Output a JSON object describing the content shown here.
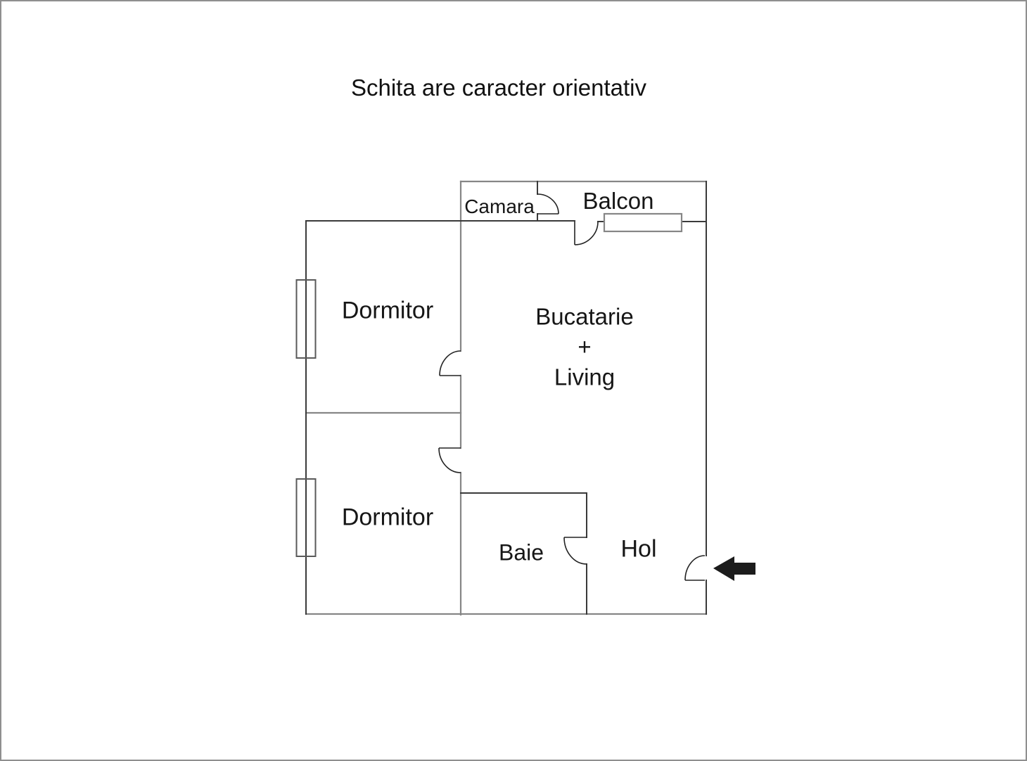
{
  "title": "Schita are caracter orientativ",
  "rooms": {
    "camara": "Camara",
    "balcon": "Balcon",
    "dormitor1": "Dormitor",
    "dormitor2": "Dormitor",
    "bucatarie_living": {
      "line1": "Bucatarie",
      "line2": "+",
      "line3": "Living"
    },
    "baie": "Baie",
    "hol": "Hol"
  },
  "icons": {
    "entrance_arrow": "arrow-left"
  },
  "colors": {
    "background": "#ffffff",
    "canvas_border": "#8f8f8f",
    "wall_gray": "#868686",
    "wall_dark": "#3a3a3a",
    "door_line": "#222222",
    "arrow": "#1c1c1c",
    "text": "#161616"
  }
}
